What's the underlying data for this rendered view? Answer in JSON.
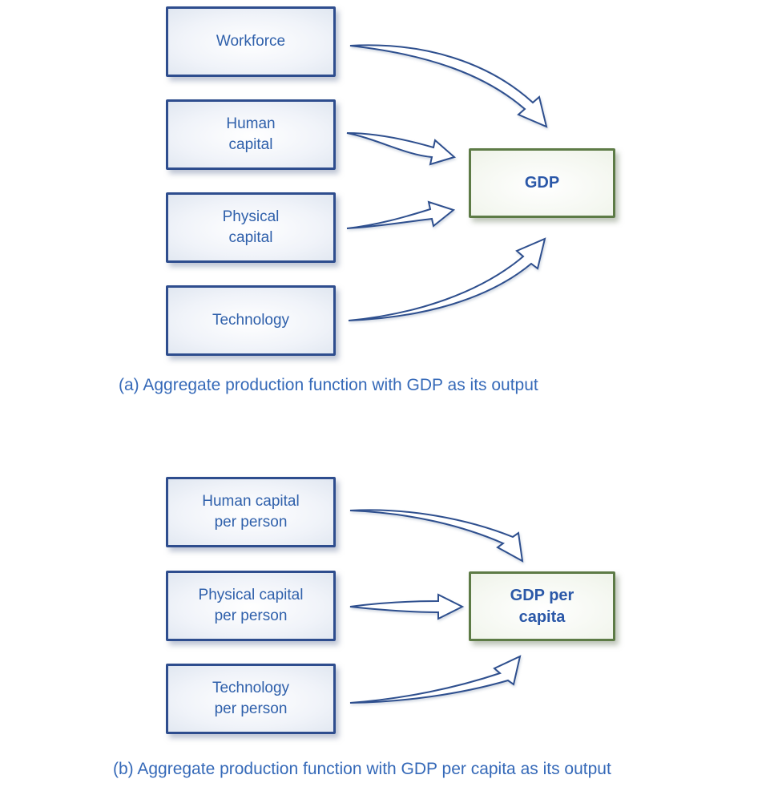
{
  "panel_a": {
    "boxes": [
      {
        "id": "workforce",
        "label": "Workforce"
      },
      {
        "id": "human-capital",
        "label": "Human\ncapital"
      },
      {
        "id": "physical-capital",
        "label": "Physical\ncapital"
      },
      {
        "id": "technology",
        "label": "Technology"
      }
    ],
    "output_box": {
      "id": "gdp",
      "label": "GDP"
    },
    "caption": "(a) Aggregate production function with GDP as its output"
  },
  "panel_b": {
    "boxes": [
      {
        "id": "human-capital-per-person",
        "label": "Human capital\nper person"
      },
      {
        "id": "physical-capital-per-person",
        "label": "Physical capital\nper person"
      },
      {
        "id": "technology-per-person",
        "label": "Technology\nper person"
      }
    ],
    "output_box": {
      "id": "gdp-per-capita",
      "label": "GDP per\ncapita"
    },
    "caption": "(b) Aggregate production function with GDP per capita as its output"
  },
  "connections": [
    {
      "from": "Workforce",
      "to": "GDP"
    },
    {
      "from": "Human capital",
      "to": "GDP"
    },
    {
      "from": "Physical capital",
      "to": "GDP"
    },
    {
      "from": "Technology",
      "to": "GDP"
    },
    {
      "from": "Human capital per person",
      "to": "GDP per capita"
    },
    {
      "from": "Physical capital per person",
      "to": "GDP per capita"
    },
    {
      "from": "Technology per person",
      "to": "GDP per capita"
    }
  ],
  "colors": {
    "input_box_border": "#2e4d8e",
    "input_box_text": "#2f60ab",
    "output_box_border": "#5d7b46",
    "output_box_text": "#2b58a8",
    "caption_text": "#3569b8",
    "arrow_outline": "#2e4f8e",
    "arrow_fill": "#ffffff"
  }
}
